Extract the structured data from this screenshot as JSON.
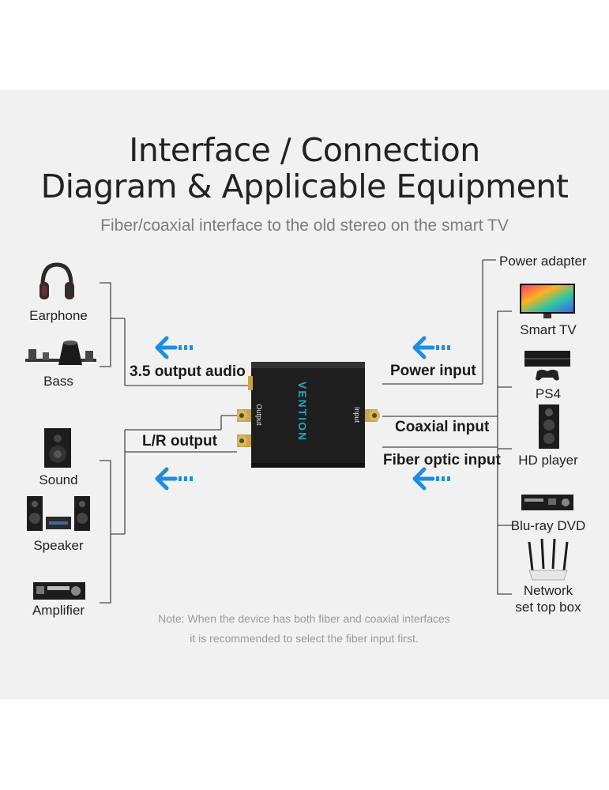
{
  "title": {
    "line1": "Interface / Connection",
    "line2": "Diagram & Applicable Equipment"
  },
  "subtitle": "Fiber/coaxial interface to the old stereo on the smart TV",
  "left_devices": [
    "Earphone",
    "Bass",
    "Sound",
    "Speaker",
    "Amplifier"
  ],
  "right_devices": {
    "power": "Power adapter",
    "smart_tv": "Smart TV",
    "ps4": "PS4",
    "hd_player": "HD player",
    "bluray": "Blu-ray DVD",
    "network_line1": "Network",
    "network_line2": "set top box"
  },
  "connections": {
    "audio_35": "3.5 output audio",
    "lr_output": "L/R output",
    "power_input": "Power input",
    "coaxial_input": "Coaxial input",
    "fiber_input": "Fiber optic input"
  },
  "device": {
    "brand": "VENTION",
    "output_label": "Output",
    "input_label": "Input"
  },
  "note": {
    "line1": "Note: When the device has both fiber and coaxial interfaces",
    "line2": "it is recommended to select the fiber input first."
  },
  "colors": {
    "panel": "#f1f1f1",
    "arrow": "#1e8fe0",
    "line": "#4a4a4a",
    "box": "#1e1e1e",
    "gold": "#c9a44a"
  }
}
